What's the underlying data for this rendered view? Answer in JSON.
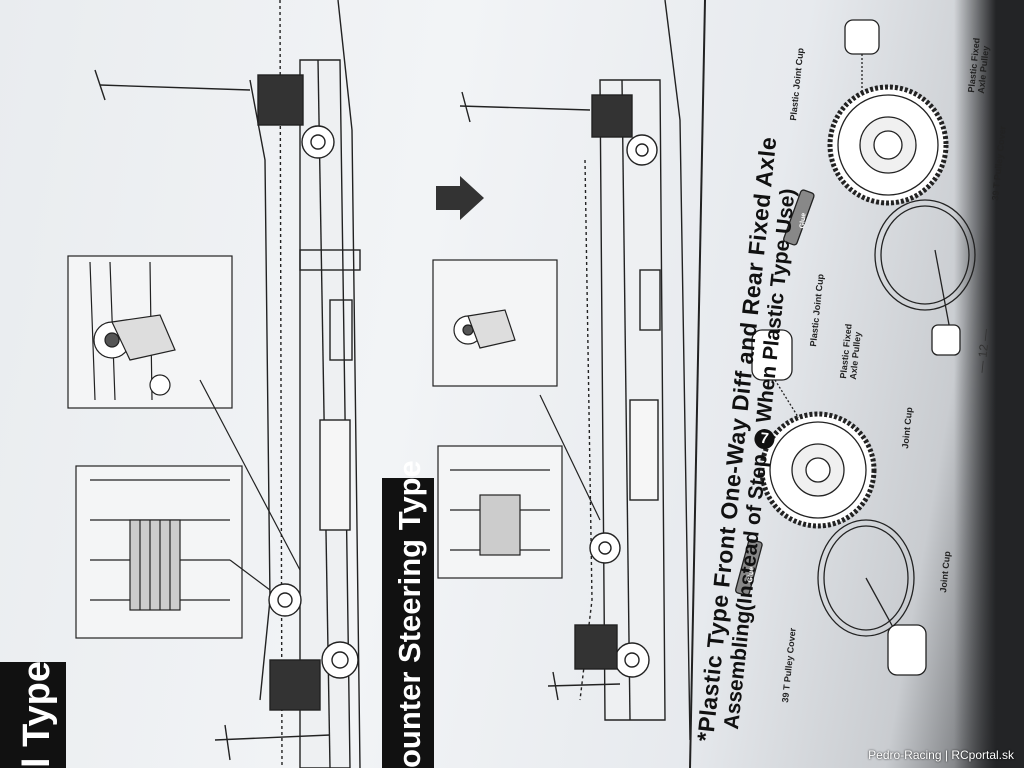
{
  "page": {
    "section_left_label": "l Type",
    "section_counter_label": "ounter Steering Type",
    "heading_line1": "*Plastic Type Front One-Way Diff and Rear Fixed Axle",
    "heading_line2_prefix": "Assembling(Instead of Step ",
    "step_number": "7",
    "heading_line2_suffix": " When Plastic Type Use)",
    "page_number": "— 12 —"
  },
  "parts": {
    "plastic_joint_cup_top": "Plastic Joint Cup",
    "plastic_fixed_axle_pulley_top": "Plastic Fixed\nAxle Pulley",
    "pulley_cover_39t_top": "39 T Pulley Cover",
    "plastic_joint_cup_mid": "Plastic Joint Cup",
    "plastic_fixed_axle_pulley_mid": "Plastic Fixed\nAxle Pulley",
    "joint_cup_mid": "Joint Cup",
    "joint_cup_bottom": "Joint Cup",
    "pulley_cover_39t_bottom": "39 T Pulley Cover",
    "glue_top": "Glue",
    "glue_bottom": "Glue"
  },
  "watermark": "Pedro-Racing | RCportal.sk"
}
